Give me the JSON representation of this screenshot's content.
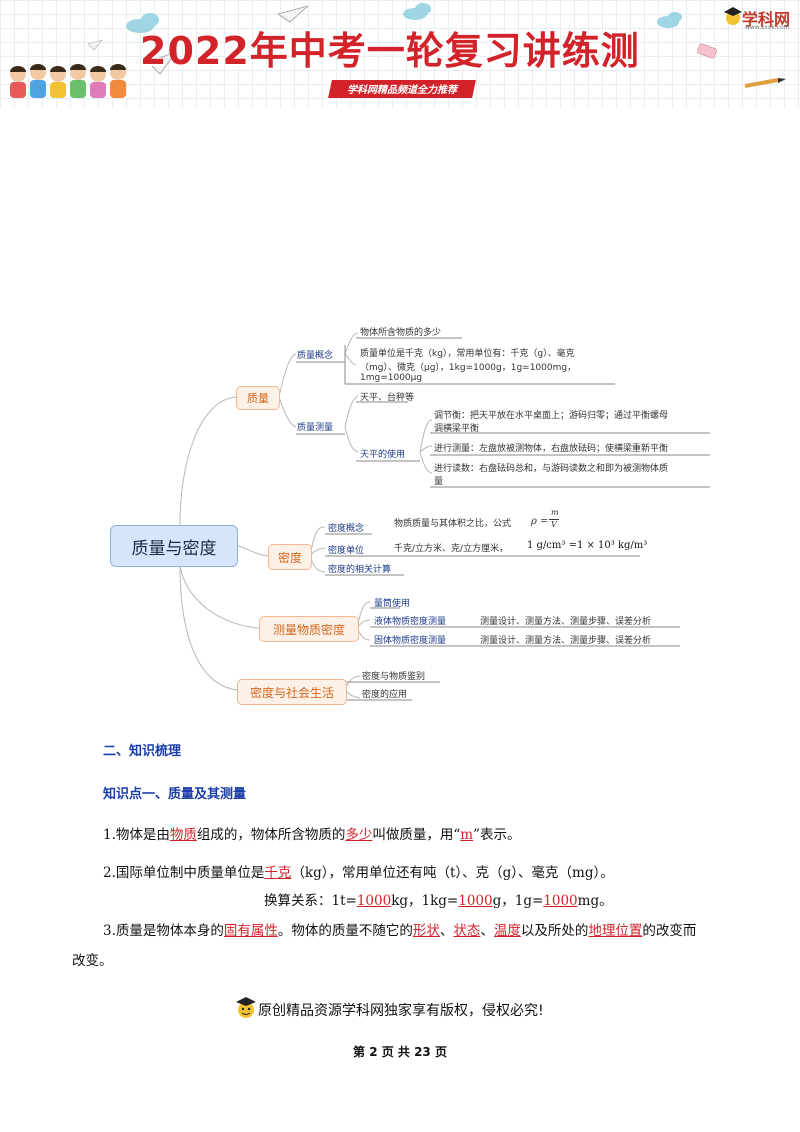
{
  "header": {
    "title": "2022年中考一轮复习讲练测",
    "subtitle": "学科网精品频道全力推荐",
    "logo": "学科网",
    "logo_url": "www.zxxk.com"
  },
  "mindmap": {
    "root": "质量与密度",
    "mass": {
      "label": "质量",
      "concept_label": "质量概念",
      "concept_1": "物体所含物质的多少",
      "concept_2a": "质量单位是千克（kg），常用单位有：千克（g）、毫克",
      "concept_2b": "（mg）、微克（μg），1kg=1000g，1g=1000mg，",
      "concept_2c": "1mg=1000μg",
      "measure_label": "质量测量",
      "tools": "天平、台秤等",
      "balance_use": "天平的使用",
      "use_1a": "调节衡：把天平放在水平桌面上；游码归零；通过平衡螺母",
      "use_1b": "调横梁平衡",
      "use_2": "进行测量：左盘放被测物体，右盘放砝码；使横梁重新平衡",
      "use_3a": "进行读数：右盘砝码总和，与游码读数之和即为被测物体质",
      "use_3b": "量"
    },
    "density": {
      "label": "密度",
      "concept_label": "密度概念",
      "concept": "物质质量与其体积之比，公式",
      "formula_lhs": "ρ =",
      "formula_num": "m",
      "formula_den": "V",
      "unit_label": "密度单位",
      "units": "千克/立方米、克/立方厘米，",
      "conversion": "1 g/cm³ =1 × 10³ kg/m³",
      "calc": "密度的相关计算"
    },
    "measure_density": {
      "label": "测量物质密度",
      "item_1": "量筒使用",
      "item_2": "液体物质密度测量",
      "item_2_detail": "测量设计、测量方法、测量步骤、误差分析",
      "item_3": "固体物质密度测量",
      "item_3_detail": "测量设计、测量方法、测量步骤、误差分析"
    },
    "society": {
      "label": "密度与社会生活",
      "item_1": "密度与物质鉴别",
      "item_2": "密度的应用"
    }
  },
  "section": {
    "heading": "二、知识梳理",
    "point_heading": "知识点一、质量及其测量",
    "p1_a": "1.物体是由",
    "p1_b": "物质",
    "p1_c": "组成的，物体所含物质的",
    "p1_d": "多少",
    "p1_e": "叫做质量，用“",
    "p1_f": "m",
    "p1_g": "”表示。",
    "p2_a": "2.国际单位制中质量单位是",
    "p2_b": "千克",
    "p2_c": "（kg），常用单位还有吨（t）、克（g）、毫克（mg）。",
    "p3_a": "换算关系：1t=",
    "p3_b": "1000",
    "p3_c": "kg，1kg=",
    "p3_d": "1000",
    "p3_e": "g，1g=",
    "p3_f": "1000",
    "p3_g": "mg。",
    "p4_a": "3.质量是物体本身的",
    "p4_b": "固有属性",
    "p4_c": "。物体的质量不随它的",
    "p4_d": "形状",
    "p4_e": "、",
    "p4_f": "状态",
    "p4_g": "、",
    "p4_h": "温度",
    "p4_i": "以及所处的",
    "p4_j": "地理位置",
    "p4_k": "的改变而",
    "p4_l": "改变。"
  },
  "footer": {
    "note": "原创精品资源学科网独家享有版权，侵权必究!",
    "page": "第 2 页 共 23 页"
  },
  "colors": {
    "accent": "#d2232a",
    "heading": "#1a3da8",
    "node_orange": "#d5691e",
    "root_blue": "#d6e6fa"
  }
}
